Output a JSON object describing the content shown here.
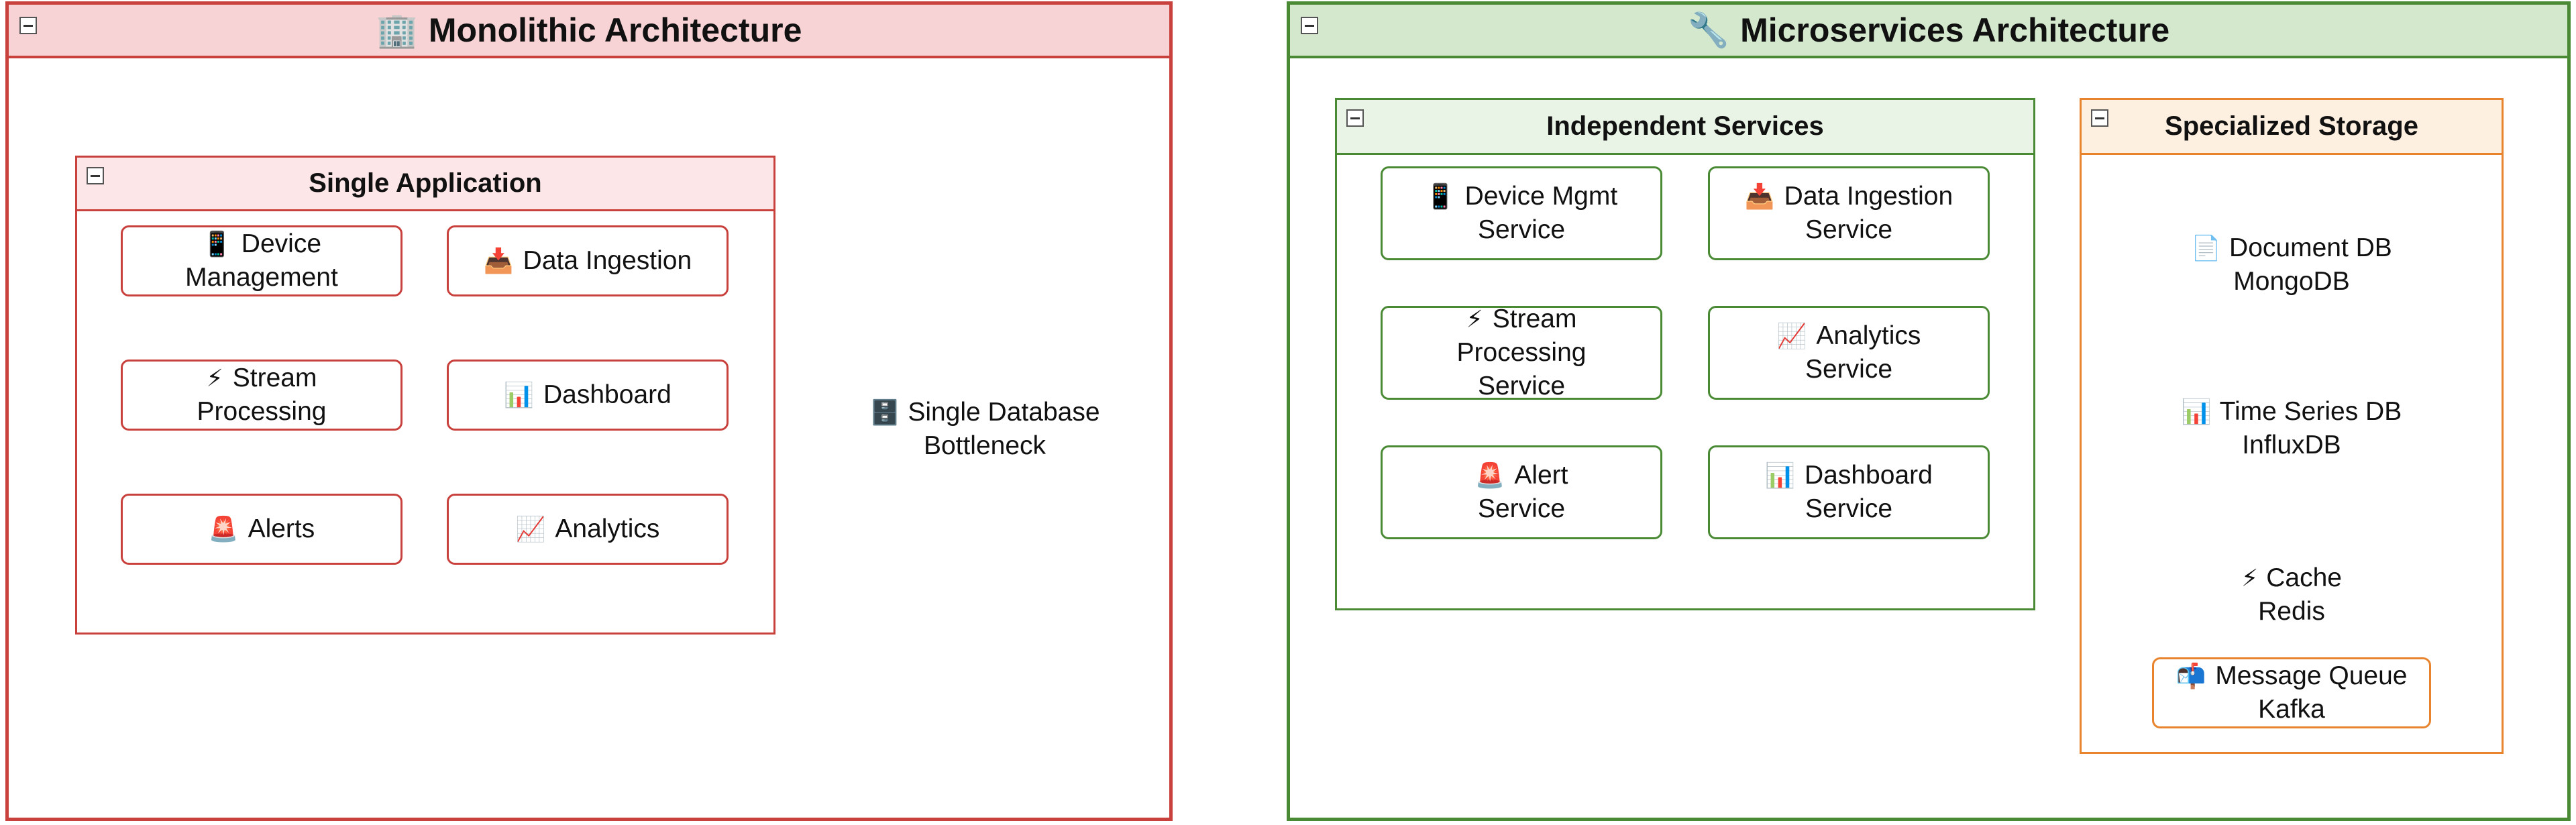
{
  "colors": {
    "mono_border": "#c9413d",
    "mono_header": "#f7d3d5",
    "mono_group_header": "#fce6e8",
    "mono_db_fill": "#fbe3e4",
    "micro_border": "#4a8a34",
    "micro_header": "#d3e8cd",
    "micro_group_header": "#e9f4e6",
    "storage_border": "#e8842e",
    "storage_header": "#fdf0e0"
  },
  "monolithic": {
    "title_icon": "🏢",
    "title": "Monolithic Architecture",
    "group_title": "Single Application",
    "nodes": {
      "device_management": {
        "icon": "📱",
        "line1": "Device",
        "line2": "Management"
      },
      "data_ingestion": {
        "icon": "📥",
        "line1": "Data Ingestion"
      },
      "stream_processing": {
        "icon": "⚡",
        "line1": "Stream",
        "line2": "Processing"
      },
      "dashboard": {
        "icon": "📊",
        "line1": "Dashboard"
      },
      "alerts": {
        "icon": "🚨",
        "line1": "Alerts"
      },
      "analytics": {
        "icon": "📈",
        "line1": "Analytics"
      }
    },
    "database": {
      "icon": "🗄️",
      "line1": "Single Database",
      "line2": "Bottleneck"
    }
  },
  "microservices": {
    "title_icon": "🔧",
    "title": "Microservices Architecture",
    "services_title": "Independent Services",
    "storage_title": "Specialized Storage",
    "services": {
      "device_mgmt": {
        "icon": "📱",
        "line1": "Device Mgmt",
        "line2": "Service"
      },
      "data_ingestion": {
        "icon": "📥",
        "line1": "Data Ingestion",
        "line2": "Service"
      },
      "stream_processing": {
        "icon": "⚡",
        "line1": "Stream",
        "line2": "Processing",
        "line3": "Service"
      },
      "analytics": {
        "icon": "📈",
        "line1": "Analytics",
        "line2": "Service"
      },
      "alert": {
        "icon": "🚨",
        "line1": "Alert",
        "line2": "Service"
      },
      "dashboard": {
        "icon": "📊",
        "line1": "Dashboard",
        "line2": "Service"
      }
    },
    "storage": {
      "document_db": {
        "icon": "📄",
        "line1": "Document DB",
        "line2": "MongoDB"
      },
      "timeseries_db": {
        "icon": "📊",
        "line1": "Time Series DB",
        "line2": "InfluxDB"
      },
      "cache": {
        "icon": "⚡",
        "line1": "Cache",
        "line2": "Redis"
      },
      "message_queue": {
        "icon": "📬",
        "line1": "Message Queue",
        "line2": "Kafka"
      }
    }
  }
}
